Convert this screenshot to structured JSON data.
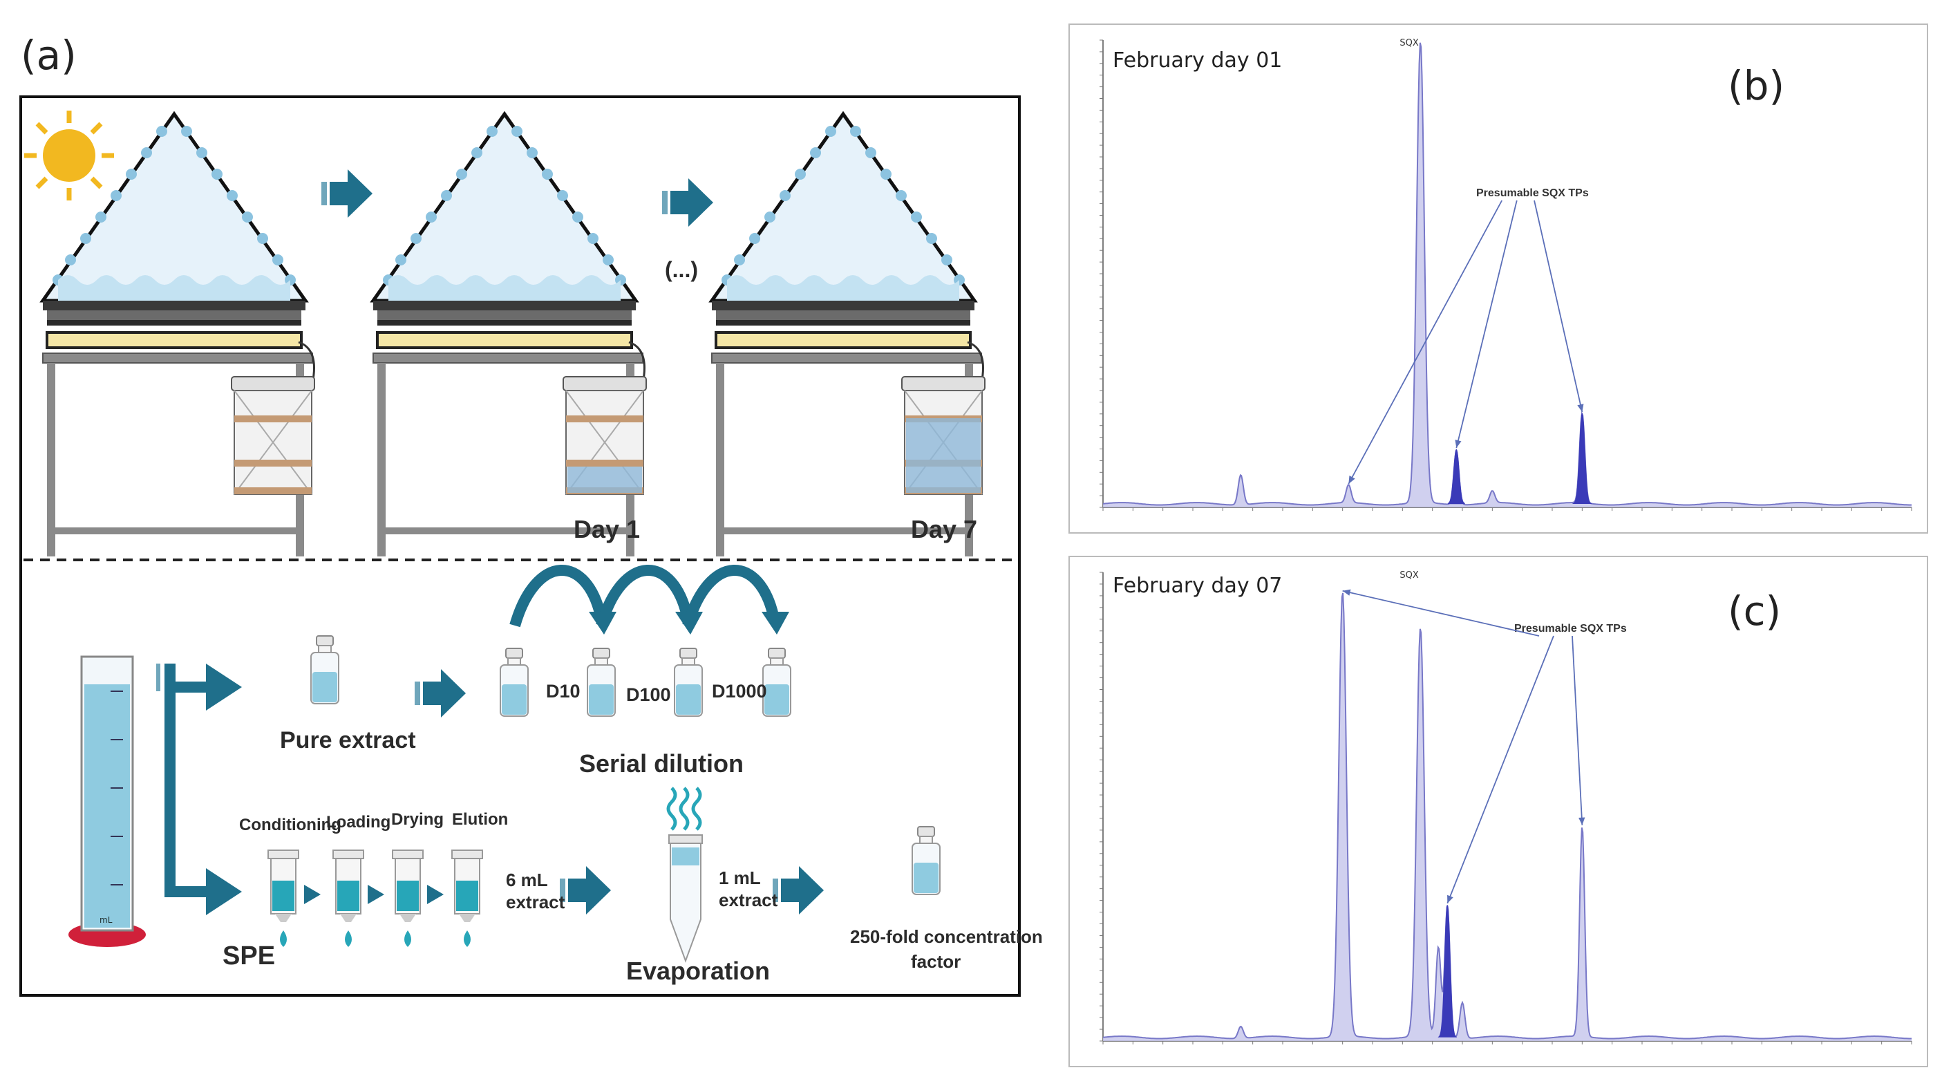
{
  "panels": {
    "a": "(a)",
    "b": "(b)",
    "c": "(c)"
  },
  "schema": {
    "ellipsis": "(...)",
    "day1": "Day 1",
    "day7": "Day 7",
    "pure_extract": "Pure extract",
    "dilution_labels": [
      "D10",
      "D100",
      "D1000"
    ],
    "serial_dilution": "Serial dilution",
    "spe_steps": [
      "Conditioning",
      "Loading",
      "Drying",
      "Elution"
    ],
    "spe": "SPE",
    "extract_6ml": [
      "6 mL",
      "extract"
    ],
    "extract_1ml": [
      "1 mL",
      "extract"
    ],
    "evaporation": "Evaporation",
    "concentration": [
      "250-fold concentration",
      "factor"
    ],
    "cylinder_unit": "mL"
  },
  "chart_data": [
    {
      "type": "line",
      "title": "February day 01",
      "peak_labels": [
        {
          "x": 5.3,
          "text": "SQX"
        }
      ],
      "annotation": "Presumable SQX TPs",
      "peaks": [
        {
          "x": 2.3,
          "y": 0.25
        },
        {
          "x": 4.1,
          "y": 0.15
        },
        {
          "x": 5.3,
          "y": 3.85
        },
        {
          "x": 5.9,
          "y": 0.45
        },
        {
          "x": 6.5,
          "y": 0.1
        },
        {
          "x": 8.0,
          "y": 0.75
        }
      ],
      "xlim": [
        0,
        13.5
      ],
      "ylim": [
        0,
        3.9
      ],
      "annotated_peaks_x": [
        4.1,
        5.9,
        8.0
      ]
    },
    {
      "type": "line",
      "title": "February day 07",
      "peak_labels": [
        {
          "x": 5.3,
          "text": "SQX"
        }
      ],
      "annotation": "Presumable SQX TPs",
      "peaks": [
        {
          "x": 2.3,
          "y": 0.1
        },
        {
          "x": 4.0,
          "y": 3.7
        },
        {
          "x": 5.3,
          "y": 3.4
        },
        {
          "x": 5.6,
          "y": 0.75
        },
        {
          "x": 5.75,
          "y": 1.1
        },
        {
          "x": 6.0,
          "y": 0.3
        },
        {
          "x": 8.0,
          "y": 1.75
        }
      ],
      "xlim": [
        0,
        13.5
      ],
      "ylim": [
        0,
        3.9
      ],
      "annotated_peaks_x": [
        4.0,
        5.75,
        8.0
      ]
    }
  ],
  "colors": {
    "arrow": "#1f6f8b",
    "water": "#8fcbe0",
    "peak_fill": "#c8c8ec",
    "peak_line": "#7878c8",
    "dark_peak": "#3a3ab8",
    "sun": "#f2b820"
  }
}
